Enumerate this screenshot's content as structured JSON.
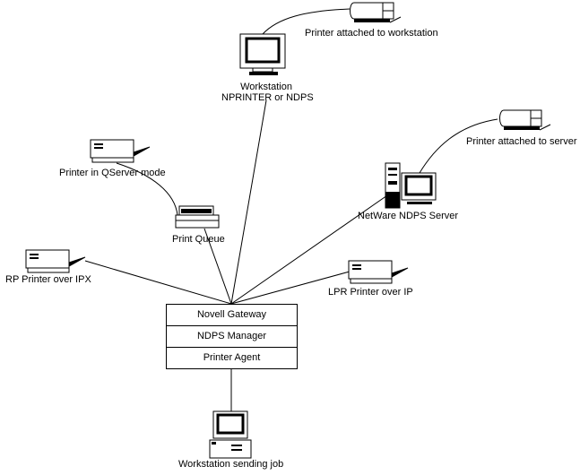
{
  "labels": {
    "printer_workstation": "Printer attached to workstation",
    "workstation_line1": "Workstation",
    "workstation_line2": "NPRINTER or NDPS",
    "printer_server": "Printer attached to server",
    "printer_qserver": "Printer in QServer mode",
    "print_queue": "Print Queue",
    "netware_server": "NetWare NDPS Server",
    "rp_printer": "RP Printer over IPX",
    "lpr_printer": "LPR Printer over IP",
    "workstation_sending": "Workstation sending job"
  },
  "stack": {
    "rows": [
      "Novell Gateway",
      "NDPS Manager",
      "Printer Agent"
    ]
  }
}
